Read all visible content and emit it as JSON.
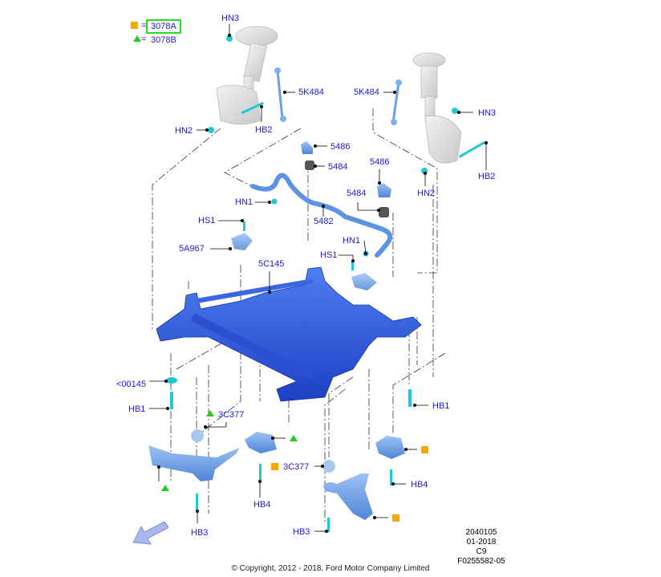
{
  "legend": {
    "items": [
      {
        "symbol": "orange-square",
        "color": "#f5a800",
        "equals": "=",
        "code": "3078A",
        "highlighted": true
      },
      {
        "symbol": "green-triangle",
        "color": "#22cc22",
        "equals": "=",
        "code": "3078B",
        "highlighted": false
      }
    ]
  },
  "colors": {
    "label_blue": "#1a1adc",
    "subframe_blue": "#2f5fe0",
    "part_light_blue": "#6a9ee8",
    "fastener_cyan": "#1fc8d8",
    "bushing_gray": "#555555",
    "highlight_green": "#22dd22",
    "marker_orange": "#f5a800",
    "marker_green": "#22cc22"
  },
  "callouts": {
    "hn3_left": "HN3",
    "k484_left": "5K484",
    "hn2_left": "HN2",
    "hb2_left": "HB2",
    "k484_right": "5K484",
    "hn3_right": "HN3",
    "hb2_right": "HB2",
    "hn2_right": "HN2",
    "b5486_left": "5486",
    "b5484_left": "5484",
    "b5486_right": "5486",
    "b5484_right": "5484",
    "hn1_left": "HN1",
    "bar_5482": "5482",
    "hs1_left": "HS1",
    "bracket_5a967": "5A967",
    "subframe_5c145": "5C145",
    "hn1_right": "HN1",
    "hs1_right": "HS1",
    "washer_00145": "<00145",
    "hb1_left": "HB1",
    "bushing_3c377_left": "3C377",
    "hb1_right": "HB1",
    "bushing_3c377_right": "3C377",
    "hb4_left": "HB4",
    "hb4_right": "HB4",
    "hb3_left": "HB3",
    "hb3_right": "HB3"
  },
  "meta": {
    "code": "2040105",
    "date": "01-2018",
    "rev": "C9",
    "figure": "F0255582-05"
  },
  "copyright": "© Copyright, 2012 - 2018, Ford Motor Company Limited"
}
